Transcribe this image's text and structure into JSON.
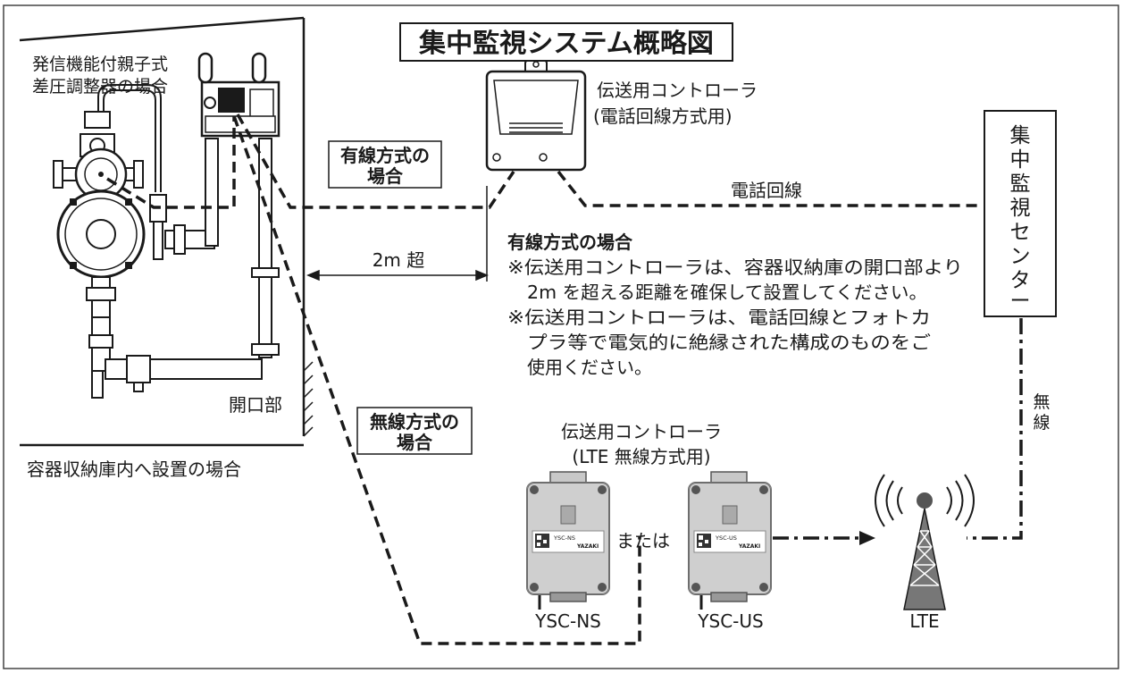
{
  "title": "集中監視システム概略図",
  "regulator": {
    "label_line1": "発信機能付親子式",
    "label_line2": "差圧調整器の場合"
  },
  "storage": {
    "caption": "容器収納庫内へ設置の場合",
    "opening_label": "開口部"
  },
  "wired": {
    "box_line1": "有線方式の",
    "box_line2": "場合",
    "controller_line1": "伝送用コントローラ",
    "controller_line2": "(電話回線方式用)",
    "line_label": "電話回線",
    "distance_label": "2m 超"
  },
  "notes": {
    "heading": "有線方式の場合",
    "lines": [
      "※伝送用コントローラは、容器収納庫の開口部より",
      "2m を超える距離を確保して設置してください。",
      "※伝送用コントローラは、電話回線とフォトカ",
      "プラ等で電気的に絶縁された構成のものをご",
      "使用ください。"
    ]
  },
  "center": {
    "chars": [
      "集",
      "中",
      "監",
      "視",
      "セ",
      "ン",
      "タ",
      "ー"
    ],
    "radio_chars": [
      "無",
      "線"
    ]
  },
  "wireless": {
    "box_line1": "無線方式の",
    "box_line2": "場合",
    "controller_line1": "伝送用コントローラ",
    "controller_line2": "(LTE 無線方式用)",
    "or_label": "または",
    "device1": {
      "name": "YSC-NS",
      "plate": "YSC-NS"
    },
    "device2": {
      "name": "YSC-US",
      "plate": "YSC-US"
    },
    "brand": "YAZAKI",
    "tower_label": "LTE"
  },
  "colors": {
    "line": "#1a1a1a",
    "device_body": "#cfcfcf",
    "device_dark": "#555555",
    "border": "#444444"
  }
}
